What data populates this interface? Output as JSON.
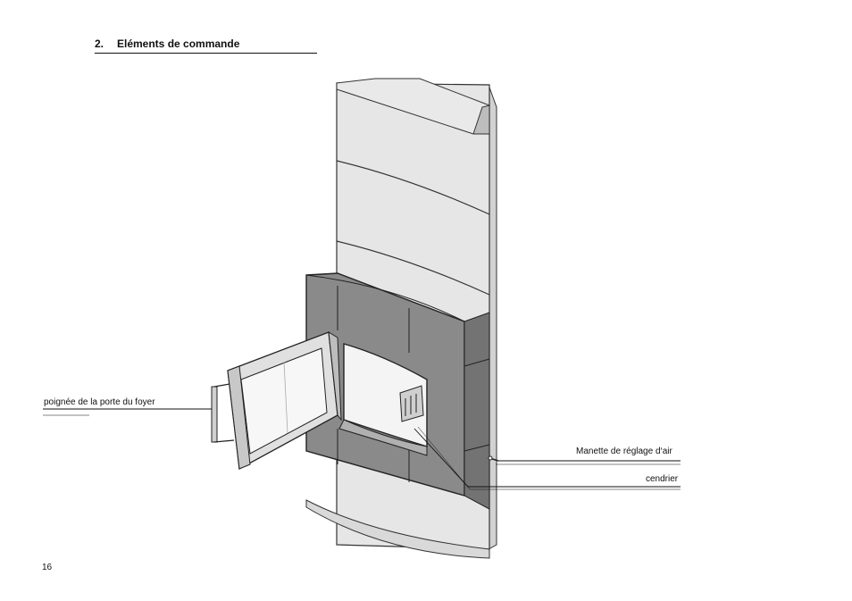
{
  "heading": {
    "number": "2.",
    "title": "Eléments de commande"
  },
  "callouts": {
    "door_handle": "poignée de la porte du foyer",
    "air_control": "Manette de réglage d‘air",
    "ash_pan": "cendrier"
  },
  "page_number": "16"
}
